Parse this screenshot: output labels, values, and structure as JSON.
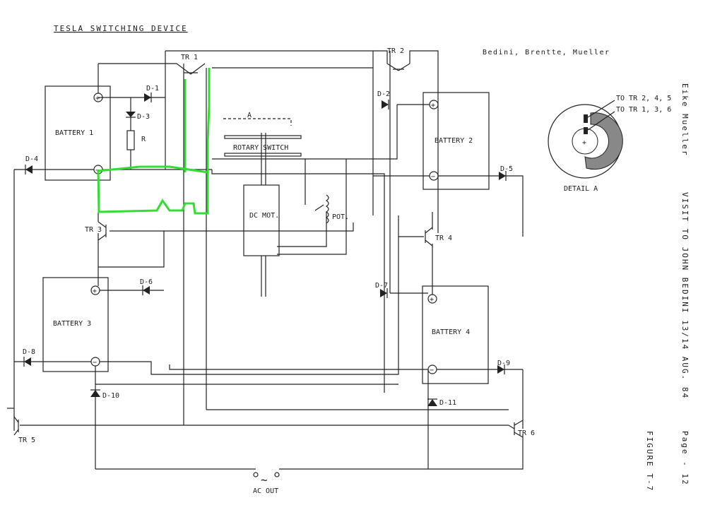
{
  "title": "TESLA  SWITCHING DEVICE",
  "authors": "Bedini, Brentte, Mueller",
  "side": {
    "author": "Eike Mueller",
    "visit": "VISIT TO JOHN BEDINI 13/14 AUG. 84",
    "page": "Page - 12",
    "figure": "FIGURE T-7"
  },
  "batteries": [
    "BATTERY 1",
    "BATTERY 2",
    "BATTERY 3",
    "BATTERY 4"
  ],
  "transistors": [
    "TR 1",
    "TR 2",
    "TR 3",
    "TR 4",
    "TR 5",
    "TR 6"
  ],
  "diodes": [
    "D-1",
    "D-2",
    "D-3",
    "D-4",
    "D-5",
    "D-6",
    "D-7",
    "D-8",
    "D-9",
    "D-10",
    "D-11"
  ],
  "components": {
    "resistor": "R",
    "rotary_switch": "ROTARY SWITCH",
    "motor": "DC MOT.",
    "pot": "POT.",
    "a_marker": "A",
    "ac_symbol": "~",
    "ac_out": "AC OUT"
  },
  "detail": {
    "label": "DETAIL A",
    "to_tr_a": "TO TR 2, 4, 5",
    "to_tr_b": "TO TR 1, 3, 6"
  },
  "highlight_color": "#33dd33"
}
